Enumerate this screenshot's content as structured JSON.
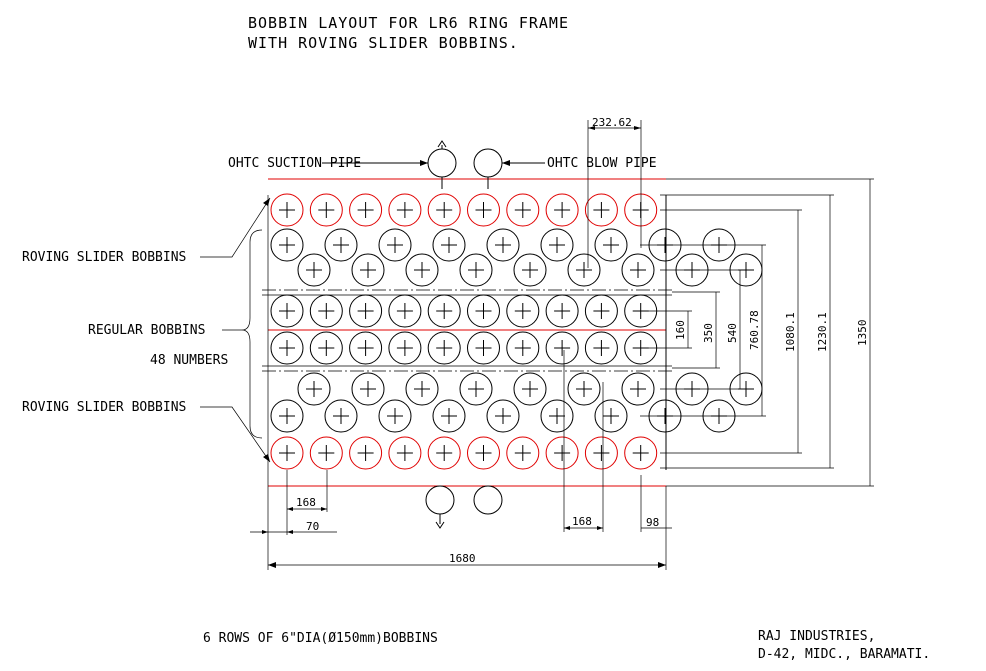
{
  "title": {
    "line1": "BOBBIN LAYOUT FOR LR6 RING FRAME",
    "line2": "WITH ROVING SLIDER BOBBINS."
  },
  "labels": {
    "suction_pipe": "OHTC SUCTION PIPE",
    "blow_pipe": "OHTC BLOW PIPE",
    "roving_top": "ROVING SLIDER BOBBINS",
    "regular": "REGULAR BOBBINS",
    "regular_count": "48 NUMBERS",
    "roving_bottom": "ROVING SLIDER BOBBINS"
  },
  "dimensions": {
    "top_spacing": "232.62",
    "d160": "160",
    "d350": "350",
    "d540": "540",
    "d760": "760.78",
    "d1080": "1080.1",
    "d1230": "1230.1",
    "d1350": "1350",
    "pitch_left": "168",
    "offset_left": "70",
    "pitch_right": "168",
    "offset_right": "98",
    "total_width": "1680"
  },
  "footer": {
    "rows": "6 ROWS OF 6\"DIA(Ø150mm)BOBBINS",
    "company_line1": "RAJ INDUSTRIES,",
    "company_line2": "D-42, MIDC., BARAMATI."
  },
  "colors": {
    "line": "#000000",
    "highlight": "#e00000"
  }
}
